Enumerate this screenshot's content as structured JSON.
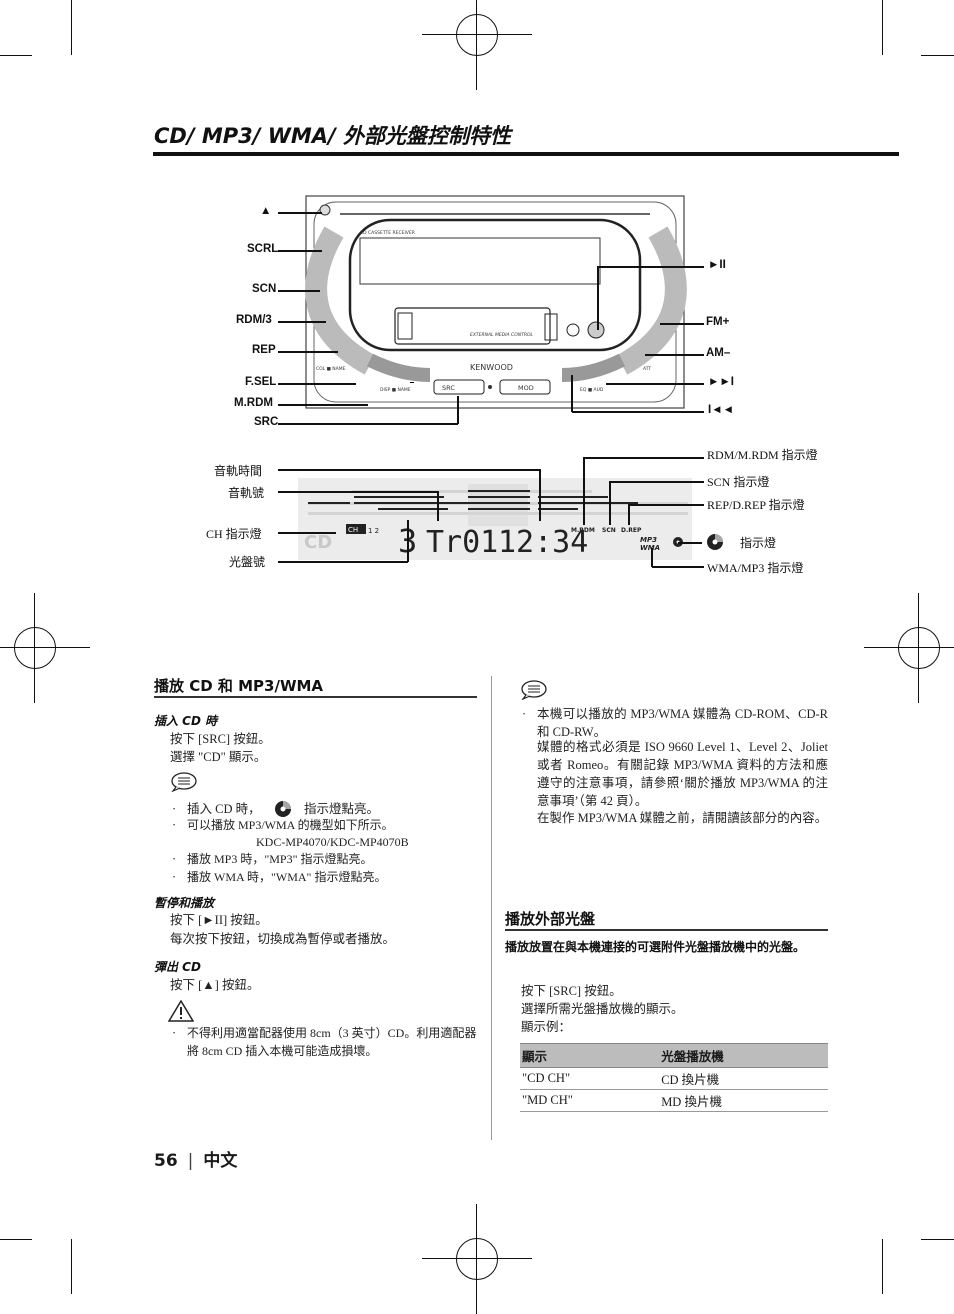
{
  "page": {
    "title": "CD/ MP3/ WMA/ 外部光盤控制特性",
    "page_number": "56",
    "language": "中文"
  },
  "diagram_unit": {
    "labels_left": {
      "eject": "▲",
      "scrl": "SCRL",
      "scn": "SCN",
      "rdm3": "RDM/3",
      "rep": "REP",
      "fsel": "F.SEL",
      "mrdm": "M.RDM",
      "src": "SRC"
    },
    "labels_right": {
      "play_pause": "►II",
      "fm_plus": "FM+",
      "am_minus": "AM–",
      "next": "►►I",
      "prev": "I◄◄"
    },
    "unit_text": {
      "brand": "KENWOOD",
      "receiver": "CD CASSETTE RECEIVER",
      "emc": "EXTERNAL MEDIA CONTROL",
      "src_btn": "SRC",
      "att": "ATT",
      "col_name": "COL ■ NAME",
      "disp_name": "DISP ■ NAME",
      "eq_aud": "EQ ■ AUD",
      "mod": "MOD"
    }
  },
  "diagram_display": {
    "labels_left": {
      "track_time": "音軌時間",
      "track_no": "音軌號",
      "ch_indicator": "CH 指示燈",
      "disc_no": "光盤號"
    },
    "labels_right": {
      "rdm": "RDM/M.RDM 指示燈",
      "scn": "SCN 指示燈",
      "rep": "REP/D.REP 指示燈",
      "disc_icon": "指示燈",
      "wma_mp3": "WMA/MP3 指示燈"
    },
    "lcd": {
      "disc": "3",
      "track": "Tr01",
      "time": "12:34",
      "ch": "CH",
      "ch_nums": "1 2",
      "mrdm": "M.RDM",
      "scn": "SCN",
      "drep": "D.REP",
      "mp3": "MP3",
      "wma": "WMA"
    }
  },
  "left_col": {
    "heading": "播放 CD 和 MP3/WMA",
    "insert_cd": {
      "heading": "插入 CD 時",
      "lines": [
        "按下 [SRC] 按鈕。",
        "選擇 \"CD\" 顯示。"
      ]
    },
    "notes": [
      "插入 CD 時，",
      "指示燈點亮。",
      "可以播放 MP3/WMA 的機型如下所示。",
      "KDC-MP4070/KDC-MP4070B",
      "播放 MP3 時，\"MP3\" 指示燈點亮。",
      "播放 WMA 時，\"WMA\" 指示燈點亮。"
    ],
    "pause": {
      "heading": "暫停和播放",
      "lines": [
        "按下 [►II] 按鈕。",
        "每次按下按鈕，切換成為暫停或者播放。"
      ]
    },
    "eject": {
      "heading": "彈出 CD",
      "lines": [
        "按下 [▲] 按鈕。"
      ]
    },
    "caution": "不得利用適當配器使用 8cm（3 英寸）CD。利用適配器將 8cm CD 插入本機可能造成損壞。"
  },
  "right_col": {
    "notes": [
      "本機可以播放的 MP3/WMA 媒體為 CD-ROM、CD-R 和 CD-RW。",
      "媒體的格式必須是 ISO 9660 Level 1、Level 2、Joliet 或者 Romeo。有關記錄 MP3/WMA 資料的方法和應遵守的注意事項，請參照‘關於播放 MP3/WMA 的注意事項’（第 42 頁）。",
      "在製作 MP3/WMA 媒體之前，請閱讀該部分的內容。"
    ],
    "external": {
      "heading": "播放外部光盤",
      "subheading": "播放放置在與本機連接的可選附件光盤播放機中的光盤。",
      "lines": [
        "按下 [SRC] 按鈕。",
        "選擇所需光盤播放機的顯示。",
        "顯示例："
      ],
      "table": {
        "headers": [
          "顯示",
          "光盤播放機"
        ],
        "rows": [
          [
            "\"CD CH\"",
            "CD 換片機"
          ],
          [
            "\"MD CH\"",
            "MD 換片機"
          ]
        ]
      }
    }
  }
}
